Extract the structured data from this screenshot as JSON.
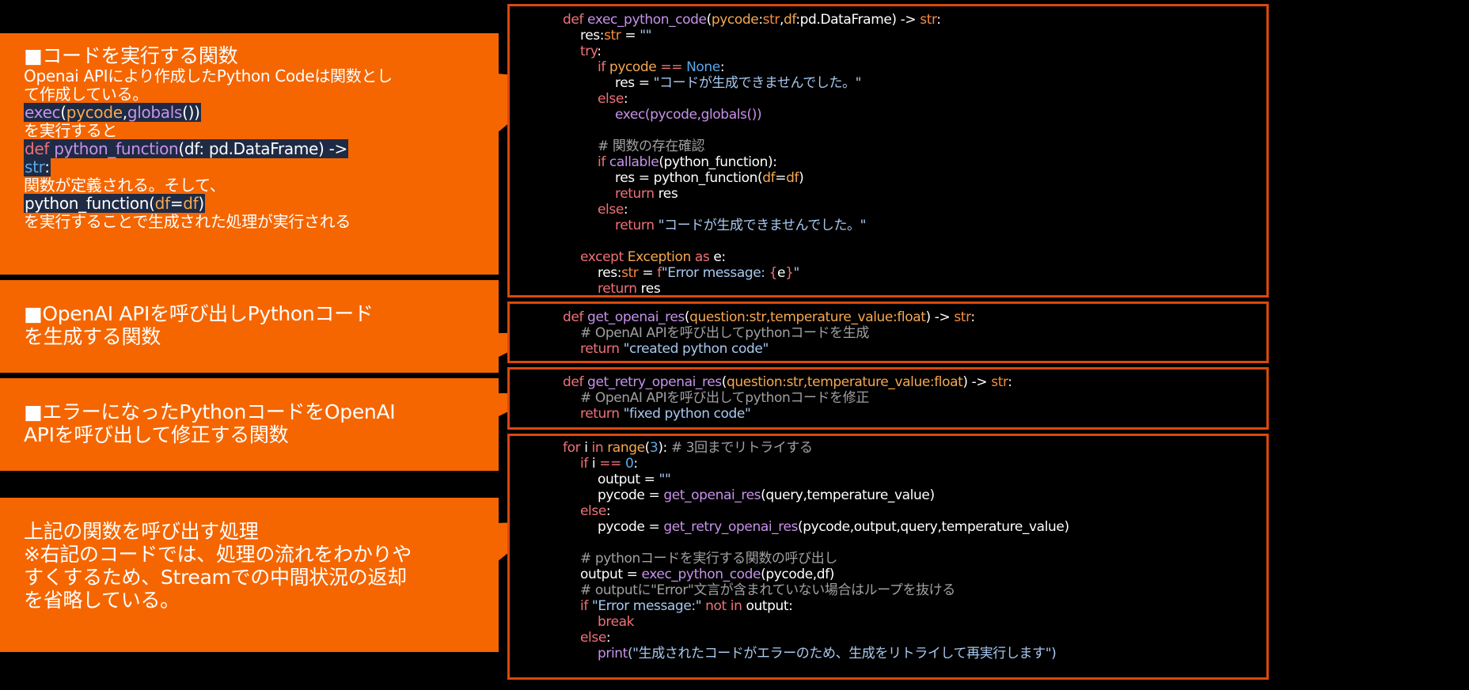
{
  "colors": {
    "callout_bg": "#f56600",
    "code_border": "#d9490e",
    "highlight_bg": "#1f2b44",
    "background": "#000000"
  },
  "callouts": [
    {
      "title": "■コードを実行する関数",
      "lines": [
        {
          "type": "text",
          "text": "Openai APIにより作成したPython Codeは関数とし"
        },
        {
          "type": "text",
          "text": "て作成している。"
        },
        {
          "type": "code",
          "tokens": [
            [
              "exec",
              "fn"
            ],
            [
              "(",
              "pl"
            ],
            [
              "pycode",
              "par"
            ],
            [
              ",",
              "pl"
            ],
            [
              "globals",
              "fn"
            ],
            [
              "())",
              "pl"
            ]
          ]
        },
        {
          "type": "text",
          "text": "を実行すると"
        },
        {
          "type": "code",
          "tokens": [
            [
              "def",
              "kw"
            ],
            [
              " ",
              "pl"
            ],
            [
              "python_function",
              "fn"
            ],
            [
              "(df: pd.DataFrame) -> ",
              "pl"
            ]
          ]
        },
        {
          "type": "code",
          "tokens": [
            [
              "str",
              "const"
            ],
            [
              ":",
              "pl"
            ]
          ]
        },
        {
          "type": "text",
          "text": "関数が定義される。そして、"
        },
        {
          "type": "code",
          "tokens": [
            [
              "python_function(",
              "pl"
            ],
            [
              "df",
              "par"
            ],
            [
              "=",
              "pl"
            ],
            [
              "df",
              "par"
            ],
            [
              ")",
              "pl"
            ]
          ]
        },
        {
          "type": "text",
          "text": "を実行することで生成された処理が実行される"
        }
      ]
    },
    {
      "title": "■OpenAI APIを呼び出しPythonコード",
      "lines": [
        {
          "type": "title",
          "text": "を生成する関数"
        }
      ]
    },
    {
      "title": "■エラーになったPythonコードをOpenAI",
      "lines": [
        {
          "type": "title",
          "text": "APIを呼び出して修正する関数"
        }
      ]
    },
    {
      "title": "上記の関数を呼び出す処理",
      "lines": [
        {
          "type": "title",
          "text": "※右記のコードでは、処理の流れをわかりや"
        },
        {
          "type": "title",
          "text": "すくするため、Streamでの中間状況の返却"
        },
        {
          "type": "title",
          "text": "を省略している。"
        }
      ]
    }
  ],
  "code_blocks": [
    {
      "name": "exec_python_code",
      "lines": [
        {
          "indent": 0,
          "tokens": [
            [
              "def ",
              "kw"
            ],
            [
              "exec_python_code",
              "fn"
            ],
            [
              "(",
              "pl"
            ],
            [
              "pycode",
              "par"
            ],
            [
              ":",
              "pl"
            ],
            [
              "str",
              "ty"
            ],
            [
              ",",
              "pl"
            ],
            [
              "df",
              "par"
            ],
            [
              ":pd.DataFrame) -> ",
              "pl"
            ],
            [
              "str",
              "ty"
            ],
            [
              ":",
              "pl"
            ]
          ]
        },
        {
          "indent": 1,
          "tokens": [
            [
              "res:",
              "pl"
            ],
            [
              "str",
              "ty"
            ],
            [
              " = ",
              "pl"
            ],
            [
              "\"\"",
              "str"
            ]
          ]
        },
        {
          "indent": 1,
          "tokens": [
            [
              "try",
              "kw"
            ],
            [
              ":",
              "pl"
            ]
          ]
        },
        {
          "indent": 2,
          "tokens": [
            [
              "if ",
              "kw"
            ],
            [
              "pycode ",
              "par"
            ],
            [
              "== ",
              "kw"
            ],
            [
              "None",
              "const"
            ],
            [
              ":",
              "pl"
            ]
          ]
        },
        {
          "indent": 3,
          "tokens": [
            [
              "res = ",
              "pl"
            ],
            [
              "\"コードが生成できませんでした。\"",
              "str"
            ]
          ]
        },
        {
          "indent": 2,
          "tokens": [
            [
              "else",
              "kw"
            ],
            [
              ":",
              "pl"
            ]
          ]
        },
        {
          "indent": 3,
          "tokens": [
            [
              "exec(pycode,globals())",
              "fn"
            ]
          ]
        },
        {
          "indent": 0,
          "tokens": []
        },
        {
          "indent": 2,
          "tokens": [
            [
              "# 関数の存在確認",
              "cm"
            ]
          ]
        },
        {
          "indent": 2,
          "tokens": [
            [
              "if ",
              "kw"
            ],
            [
              "callable",
              "fn"
            ],
            [
              "(python_function):",
              "pl"
            ]
          ]
        },
        {
          "indent": 3,
          "tokens": [
            [
              "res = python_function(",
              "pl"
            ],
            [
              "df",
              "par"
            ],
            [
              "=",
              "pl"
            ],
            [
              "df",
              "par"
            ],
            [
              ")",
              "pl"
            ]
          ]
        },
        {
          "indent": 3,
          "tokens": [
            [
              "return ",
              "kw"
            ],
            [
              "res",
              "pl"
            ]
          ]
        },
        {
          "indent": 2,
          "tokens": [
            [
              "else",
              "kw"
            ],
            [
              ":",
              "pl"
            ]
          ]
        },
        {
          "indent": 3,
          "tokens": [
            [
              "return ",
              "kw"
            ],
            [
              "\"コードが生成できませんでした。\"",
              "str"
            ]
          ]
        },
        {
          "indent": 0,
          "tokens": []
        },
        {
          "indent": 1,
          "tokens": [
            [
              "except ",
              "kw"
            ],
            [
              "Exception ",
              "par"
            ],
            [
              "as ",
              "kw"
            ],
            [
              "e:",
              "pl"
            ]
          ]
        },
        {
          "indent": 2,
          "tokens": [
            [
              "res:",
              "pl"
            ],
            [
              "str",
              "ty"
            ],
            [
              " = ",
              "pl"
            ],
            [
              "f",
              "kw"
            ],
            [
              "\"Error message: ",
              "str"
            ],
            [
              "{",
              "kw"
            ],
            [
              "e",
              "pl"
            ],
            [
              "}",
              "kw"
            ],
            [
              "\"",
              "str"
            ]
          ]
        },
        {
          "indent": 2,
          "tokens": [
            [
              "return ",
              "kw"
            ],
            [
              "res",
              "pl"
            ]
          ]
        }
      ]
    },
    {
      "name": "get_openai_res",
      "lines": [
        {
          "indent": 0,
          "tokens": [
            [
              "def ",
              "kw"
            ],
            [
              "get_openai_res",
              "fn"
            ],
            [
              "(",
              "pl"
            ],
            [
              "question:str,temperature_value:float",
              "par"
            ],
            [
              ") -> ",
              "pl"
            ],
            [
              "str",
              "ty"
            ],
            [
              ":",
              "pl"
            ]
          ]
        },
        {
          "indent": 1,
          "tokens": [
            [
              "# OpenAI APIを呼び出してpythonコードを生成",
              "cm"
            ]
          ]
        },
        {
          "indent": 1,
          "tokens": [
            [
              "return ",
              "kw"
            ],
            [
              "\"created python code\"",
              "str"
            ]
          ]
        }
      ]
    },
    {
      "name": "get_retry_openai_res",
      "lines": [
        {
          "indent": 0,
          "tokens": [
            [
              "def ",
              "kw"
            ],
            [
              "get_retry_openai_res",
              "fn"
            ],
            [
              "(",
              "pl"
            ],
            [
              "question:str,temperature_value:float",
              "par"
            ],
            [
              ") -> ",
              "pl"
            ],
            [
              "str",
              "ty"
            ],
            [
              ":",
              "pl"
            ]
          ]
        },
        {
          "indent": 1,
          "tokens": [
            [
              "# OpenAI APIを呼び出してpythonコードを修正",
              "cm"
            ]
          ]
        },
        {
          "indent": 1,
          "tokens": [
            [
              "return ",
              "kw"
            ],
            [
              "\"fixed python code\"",
              "str"
            ]
          ]
        }
      ]
    },
    {
      "name": "retry_loop",
      "lines": [
        {
          "indent": 0,
          "tokens": [
            [
              "for ",
              "kw"
            ],
            [
              "i ",
              "pl"
            ],
            [
              "in ",
              "kw"
            ],
            [
              "range",
              "par"
            ],
            [
              "(",
              "pl"
            ],
            [
              "3",
              "num"
            ],
            [
              "): ",
              "pl"
            ],
            [
              "# 3回までリトライする",
              "cm"
            ]
          ]
        },
        {
          "indent": 1,
          "tokens": [
            [
              "if ",
              "kw"
            ],
            [
              "i ",
              "pl"
            ],
            [
              "== ",
              "kw"
            ],
            [
              "0",
              "num"
            ],
            [
              ":",
              "pl"
            ]
          ]
        },
        {
          "indent": 2,
          "tokens": [
            [
              "output = ",
              "pl"
            ],
            [
              "\"\"",
              "str"
            ]
          ]
        },
        {
          "indent": 2,
          "tokens": [
            [
              "pycode = ",
              "pl"
            ],
            [
              "get_openai_res",
              "fn"
            ],
            [
              "(query,temperature_value)",
              "pl"
            ]
          ]
        },
        {
          "indent": 1,
          "tokens": [
            [
              "else",
              "kw"
            ],
            [
              ":",
              "pl"
            ]
          ]
        },
        {
          "indent": 2,
          "tokens": [
            [
              "pycode = ",
              "pl"
            ],
            [
              "get_retry_openai_res",
              "fn"
            ],
            [
              "(pycode,output,query,temperature_value)",
              "pl"
            ]
          ]
        },
        {
          "indent": 0,
          "tokens": []
        },
        {
          "indent": 1,
          "tokens": [
            [
              "# pythonコードを実行する関数の呼び出し",
              "cm"
            ]
          ]
        },
        {
          "indent": 1,
          "tokens": [
            [
              "output = ",
              "pl"
            ],
            [
              "exec_python_code",
              "fn"
            ],
            [
              "(pycode,df)",
              "pl"
            ]
          ]
        },
        {
          "indent": 1,
          "tokens": [
            [
              "# outputに\"Error\"文言が含まれていない場合はループを抜ける",
              "cm"
            ]
          ]
        },
        {
          "indent": 1,
          "tokens": [
            [
              "if ",
              "kw"
            ],
            [
              "\"Error message:\" ",
              "str"
            ],
            [
              "not in ",
              "kw"
            ],
            [
              "output:",
              "pl"
            ]
          ]
        },
        {
          "indent": 2,
          "tokens": [
            [
              "break",
              "kw"
            ]
          ]
        },
        {
          "indent": 1,
          "tokens": [
            [
              "else",
              "kw"
            ],
            [
              ":",
              "pl"
            ]
          ]
        },
        {
          "indent": 2,
          "tokens": [
            [
              "print",
              "fn"
            ],
            [
              "(\"生成されたコードがエラーのため、生成をリトライして再実行します\")",
              "str"
            ]
          ]
        }
      ]
    }
  ]
}
